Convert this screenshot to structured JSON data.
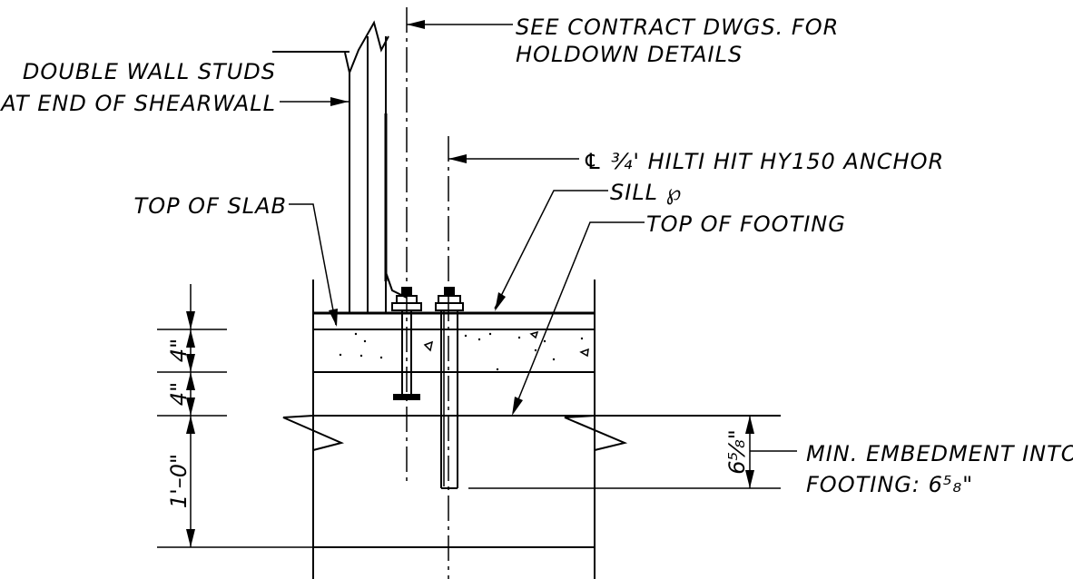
{
  "labels": {
    "holdown_line1": "SEE CONTRACT DWGS. FOR",
    "holdown_line2": "HOLDOWN DETAILS",
    "studs_line1": "DOUBLE WALL STUDS",
    "studs_line2": "AT END OF SHEARWALL",
    "anchor": "℄ ¾' HILTI HIT HY150 ANCHOR",
    "sill": "SILL ℘",
    "top_of_slab": "TOP OF SLAB",
    "top_of_footing": "TOP OF FOOTING",
    "embed_line1": "MIN. EMBEDMENT INTO",
    "embed_line2": "FOOTING: 6⁵₈\""
  },
  "dimensions": {
    "slab": "4\"",
    "fill": "4\"",
    "footing": "1'–0\"",
    "embedment": "6⁵⁄₈\""
  }
}
